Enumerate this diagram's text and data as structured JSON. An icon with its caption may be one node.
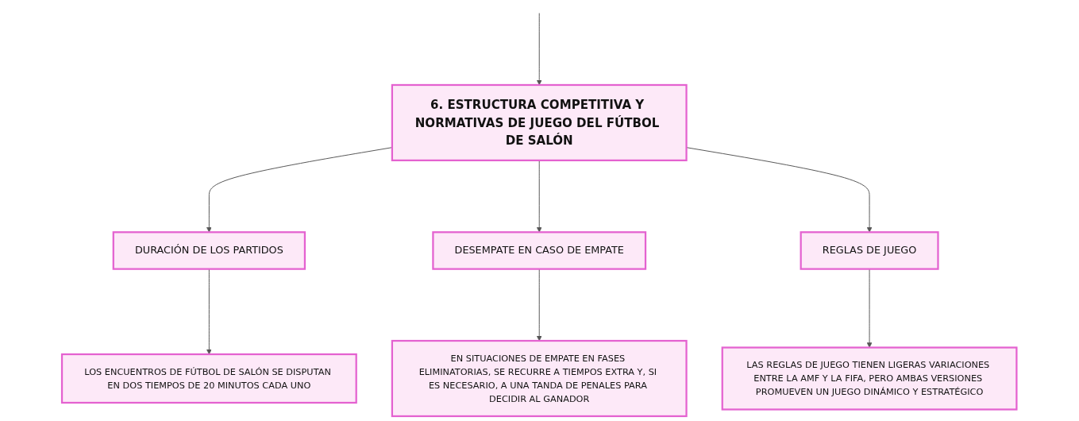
{
  "diagram": {
    "nodes": [
      {
        "text": [
          "6. ESTRUCTURA COMPETITIVA Y NORMATIVAS DE JUEGO DEL FÚTBOL DE SALÓN"
        ]
      },
      {
        "text": [
          "DURACIÓN DE LOS PARTIDOS"
        ]
      },
      {
        "text": [
          "DESEMPATE EN CASO DE EMPATE"
        ]
      },
      {
        "text": [
          "REGLAS DE JUEGO"
        ]
      },
      {
        "text": [
          "LOS ENCUENTROS DE FÚTBOL DE SALÓN SE DISPUTAN EN DOS TIEMPOS DE 20 MINUTOS CADA UNO"
        ]
      },
      {
        "text": [
          "EN SITUACIONES DE EMPATE EN FASES ELIMINATORIAS, SE RECURRE A TIEMPOS EXTRA Y, SI ES NECESARIO, A UNA TANDA DE PENALES PARA DECIDIR AL GANADOR"
        ]
      },
      {
        "text": [
          "LAS REGLAS DE JUEGO TIENEN LIGERAS VARIACIONES ENTRE LA AMF Y LA FIFA, PERO AMBAS VERSIONES PROMUEVEN UN JUEGO DINÁMICO Y ESTRATÉGICO"
        ]
      }
    ],
    "edges": [
      {
        "from": null,
        "to": 0,
        "arrow": "to"
      },
      {
        "from": 0,
        "to": 1,
        "arrow": "to"
      },
      {
        "from": 0,
        "to": 2,
        "arrow": "to"
      },
      {
        "from": 0,
        "to": 3,
        "arrow": "to"
      },
      {
        "from": 1,
        "to": 4,
        "arrow": "to"
      },
      {
        "from": 2,
        "to": 5,
        "arrow": "to"
      },
      {
        "from": 3,
        "to": 6,
        "arrow": "to"
      }
    ]
  }
}
